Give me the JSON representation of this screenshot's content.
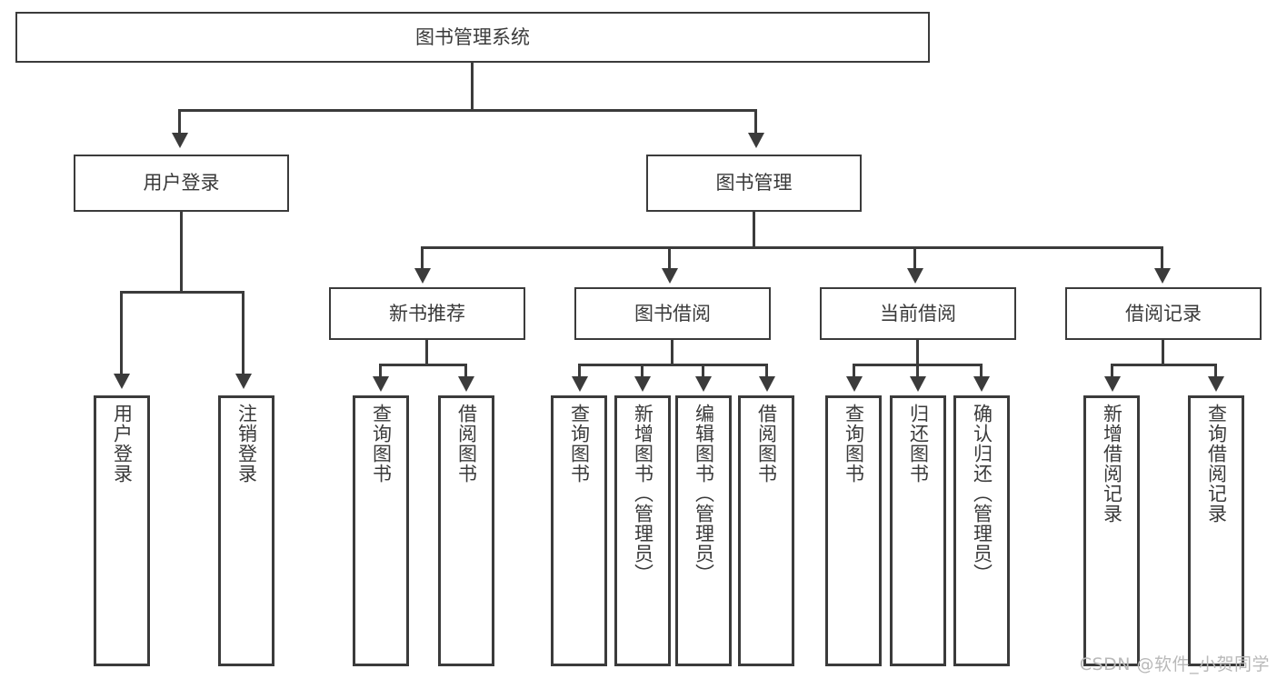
{
  "diagram": {
    "title": "图书管理系统",
    "watermark": "CSDN @软件_小贺同学",
    "accent_color": "#3b3b3b",
    "background_color": "#ffffff",
    "text_color": "#3a3a3a",
    "nodes": {
      "root": "图书管理系统",
      "level2": [
        {
          "label": "用户登录"
        },
        {
          "label": "图书管理"
        }
      ],
      "level3": [
        {
          "label": "新书推荐"
        },
        {
          "label": "图书借阅"
        },
        {
          "label": "当前借阅"
        },
        {
          "label": "借阅记录"
        }
      ],
      "leaves": {
        "user_login": [
          {
            "label": "用户登录"
          },
          {
            "label": "注销登录"
          }
        ],
        "new_book_recommend": [
          {
            "label": "查询图书"
          },
          {
            "label": "借阅图书"
          }
        ],
        "book_borrow": [
          {
            "label": "查询图书"
          },
          {
            "label": "新增图书（管理员）"
          },
          {
            "label": "编辑图书（管理员）"
          },
          {
            "label": "借阅图书"
          }
        ],
        "current_borrow": [
          {
            "label": "查询图书"
          },
          {
            "label": "归还图书"
          },
          {
            "label": "确认归还（管理员）"
          }
        ],
        "borrow_record": [
          {
            "label": "新增借阅记录"
          },
          {
            "label": "查询借阅记录"
          }
        ]
      }
    }
  }
}
